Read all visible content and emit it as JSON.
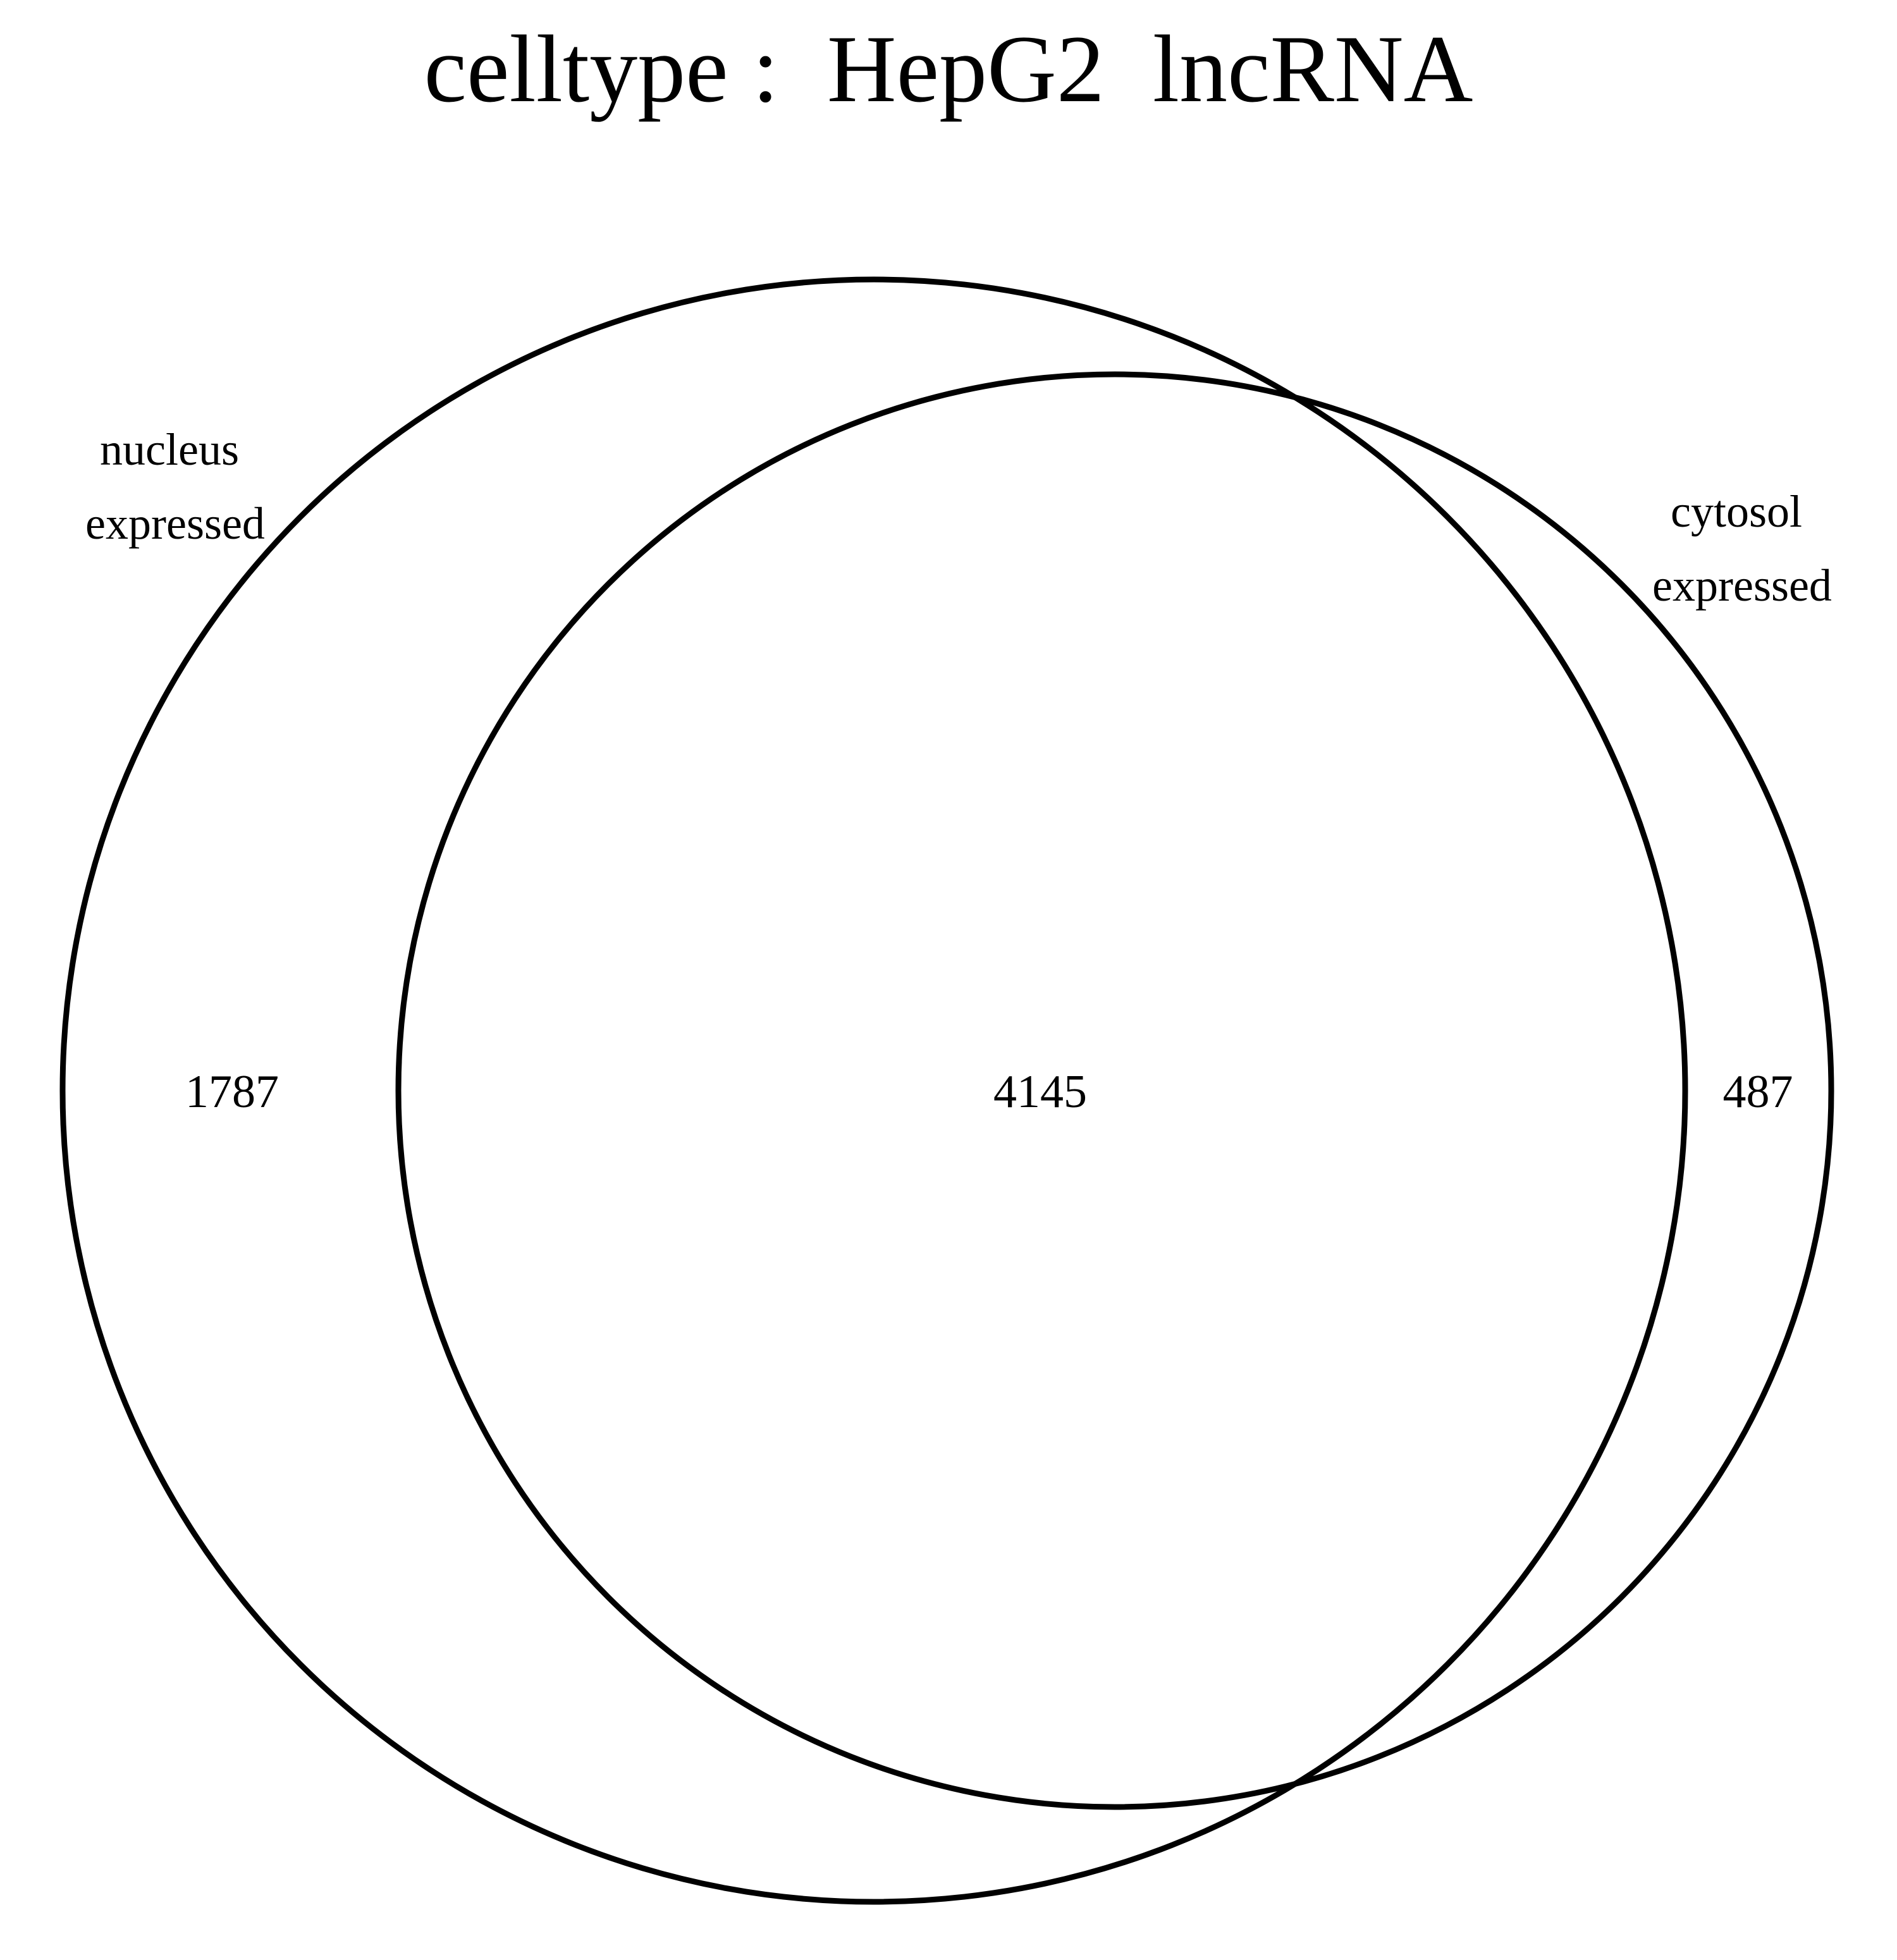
{
  "title": "celltype :  HepG2  lncRNA",
  "colors": {
    "background": "#ffffff",
    "outline": "#000000",
    "text": "#000000"
  },
  "sets": [
    {
      "id": "nucleus",
      "label_lines": [
        "nucleus",
        "expressed"
      ]
    },
    {
      "id": "cytosol",
      "label_lines": [
        "cytosol",
        "expressed"
      ]
    }
  ],
  "regions": {
    "nucleus_only": "1787",
    "intersection": "4145",
    "cytosol_only": "487"
  }
}
